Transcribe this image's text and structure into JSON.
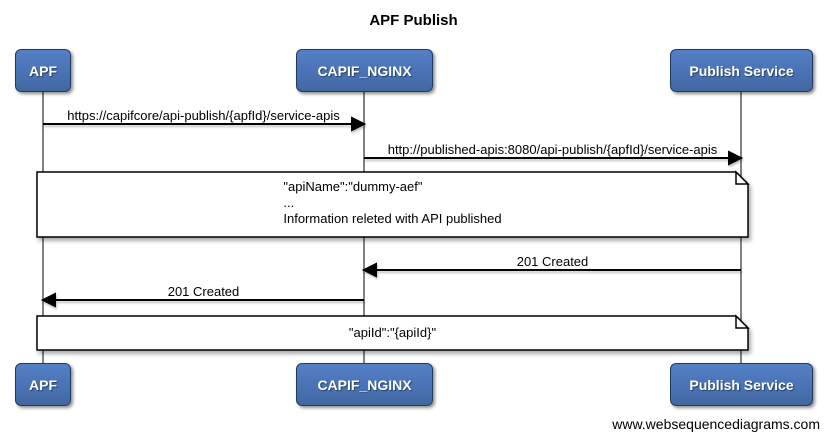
{
  "title": "APF Publish",
  "diagram_type": "sequence-diagram",
  "actors": [
    {
      "label": "APF"
    },
    {
      "label": "CAPIF_NGINX"
    },
    {
      "label": "Publish Service"
    }
  ],
  "messages": [
    {
      "from": "APF",
      "to": "CAPIF_NGINX",
      "direction": "right",
      "label": "https://capifcore/api-publish/{apfId}/service-apis"
    },
    {
      "from": "CAPIF_NGINX",
      "to": "Publish Service",
      "direction": "right",
      "label": "http://published-apis:8080/api-publish/{apfId}/service-apis"
    },
    {
      "from": "Publish Service",
      "to": "CAPIF_NGINX",
      "direction": "left",
      "label": "201 Created"
    },
    {
      "from": "CAPIF_NGINX",
      "to": "APF",
      "direction": "left",
      "label": "201 Created"
    }
  ],
  "notes": [
    {
      "lines": [
        "\"apiName\":\"dummy-aef\"",
        "...",
        "Information releted with API published"
      ]
    },
    {
      "lines": [
        "\"apiId\":\"{apiId}\""
      ]
    }
  ],
  "footer": "www.websequencediagrams.com",
  "colors": {
    "actor_fill": "#4a72b6",
    "actor_border": "#223a5e",
    "actor_text": "#ffffff",
    "lifeline": "#828282",
    "message_line": "#000000",
    "note_fill": "#ffffff",
    "note_border": "#000000",
    "background": "#ffffff"
  }
}
